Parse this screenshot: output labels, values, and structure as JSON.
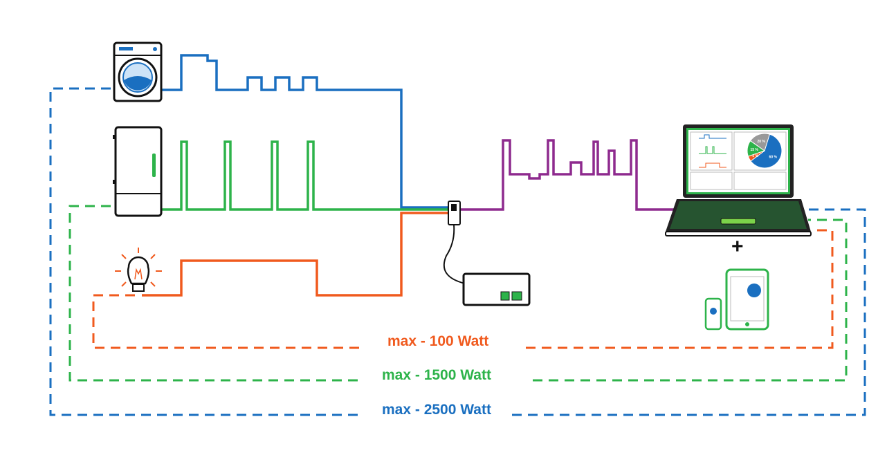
{
  "colors": {
    "washer": "#1a6fc0",
    "fridge": "#2db34a",
    "lamp": "#f05a1e",
    "total": "#8e2a8e"
  },
  "devices": [
    {
      "name": "washing-machine",
      "icon": "washing-machine-icon"
    },
    {
      "name": "refrigerator",
      "icon": "fridge-icon"
    },
    {
      "name": "light-bulb",
      "icon": "light-bulb-icon"
    }
  ],
  "limits": [
    {
      "label": "max - 100 Watt",
      "color": "#f05a1e"
    },
    {
      "label": "max - 1500 Watt",
      "color": "#2db34a"
    },
    {
      "label": "max - 2500 Watt",
      "color": "#1a6fc0"
    }
  ],
  "plus_sign": "+",
  "dashboard": {
    "pie": [
      {
        "label": "60 %",
        "value": 60,
        "color": "#1a6fc0"
      },
      {
        "label": "5 %",
        "value": 5,
        "color": "#f05a1e"
      },
      {
        "label": "15 %",
        "value": 15,
        "color": "#2db34a"
      },
      {
        "label": "20 %",
        "value": 20,
        "color": "#999999"
      }
    ]
  }
}
